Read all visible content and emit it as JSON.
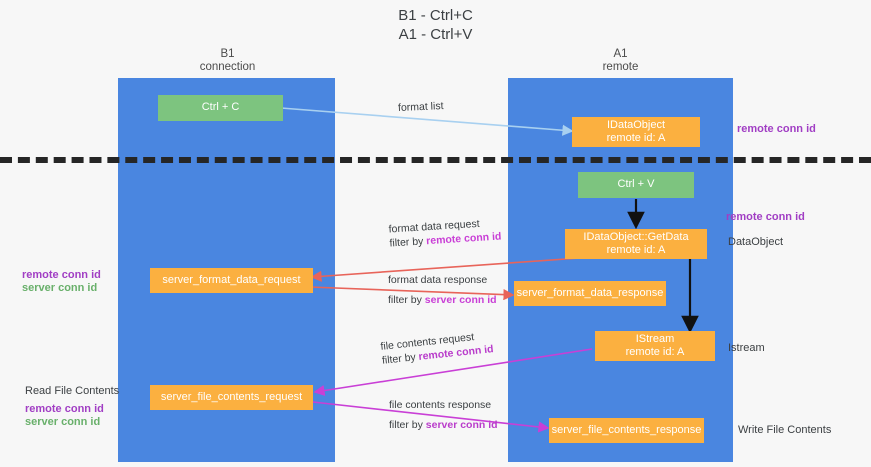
{
  "title": {
    "line1": "B1 - Ctrl+C",
    "line2": "A1 - Ctrl+V"
  },
  "columns": [
    {
      "name": "B1",
      "role": "connection"
    },
    {
      "name": "A1",
      "role": "remote"
    }
  ],
  "nodes": {
    "ctrl_c": {
      "line1": "Ctrl + C"
    },
    "data_object": {
      "line1": "IDataObject",
      "line2": "remote id: A"
    },
    "ctrl_v": {
      "line1": "Ctrl + V"
    },
    "get_data": {
      "line1": "IDataObject::GetData",
      "line2": "remote id: A"
    },
    "server_format_data_request": {
      "line1": "server_format_data_request"
    },
    "server_format_data_response": {
      "line1": "server_format_data_response"
    },
    "istream": {
      "line1": "IStream",
      "line2": "remote id: A"
    },
    "server_file_contents_request": {
      "line1": "server_file_contents_request"
    },
    "server_file_contents_response": {
      "line1": "server_file_contents_response"
    }
  },
  "arrow_labels": {
    "format_list": {
      "line1": "format list"
    },
    "format_data_request": {
      "line1": "format data request",
      "prefix": "filter by ",
      "highlight": "remote conn id"
    },
    "format_data_response": {
      "line1": "format data response",
      "prefix": "filter by ",
      "highlight": "server conn id"
    },
    "file_contents_request": {
      "line1": "file contents request",
      "prefix": "filter by ",
      "highlight": "remote conn id"
    },
    "file_contents_response": {
      "line1": "file contents response",
      "prefix": "filter by ",
      "highlight": "server conn id"
    }
  },
  "right_labels": {
    "remote_conn_id_top": "remote conn id",
    "remote_conn_id_mid": "remote conn id",
    "data_object": "DataObject",
    "istream": "Istream",
    "write_file_contents": "Write File Contents"
  },
  "left_labels": {
    "remote_conn_id": "remote conn id",
    "server_conn_id": "server conn id",
    "read_file_contents": "Read File Contents",
    "remote_conn_id_2": "remote conn id",
    "server_conn_id_2": "server conn id"
  },
  "colors": {
    "band": "#4a86e0",
    "green_node": "#7dc47f",
    "orange_node": "#fbb040",
    "arrow_blue": "#a8d0f0",
    "arrow_red": "#e8645a",
    "arrow_magenta": "#c93fd6",
    "arrow_black": "#111111",
    "label_purple": "#a13ec4",
    "label_green": "#69b06b",
    "background": "#f7f7f7"
  }
}
